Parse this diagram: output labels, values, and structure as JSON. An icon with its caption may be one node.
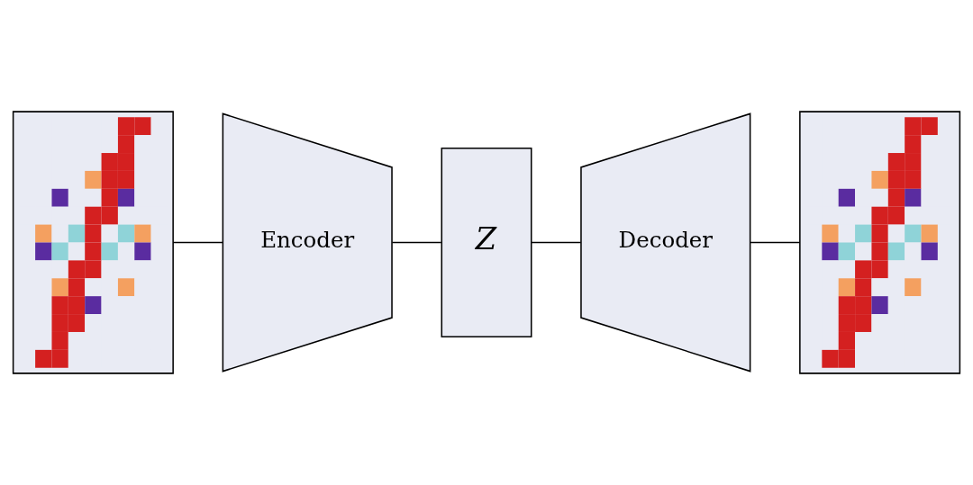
{
  "diagram": {
    "nodes": [
      {
        "text": [],
        "shape": "picture"
      },
      {
        "text": [
          "Encoder"
        ]
      },
      {
        "text": [
          "Z"
        ]
      },
      {
        "text": [
          "Decoder"
        ]
      },
      {
        "text": [],
        "shape": "picture"
      }
    ],
    "edges": [
      {
        "from": 0,
        "to": 1,
        "arrow": "none"
      },
      {
        "from": 1,
        "to": 2,
        "arrow": "none"
      },
      {
        "from": 2,
        "to": 3,
        "arrow": "none"
      },
      {
        "from": 3,
        "to": 4,
        "arrow": "none"
      }
    ]
  }
}
